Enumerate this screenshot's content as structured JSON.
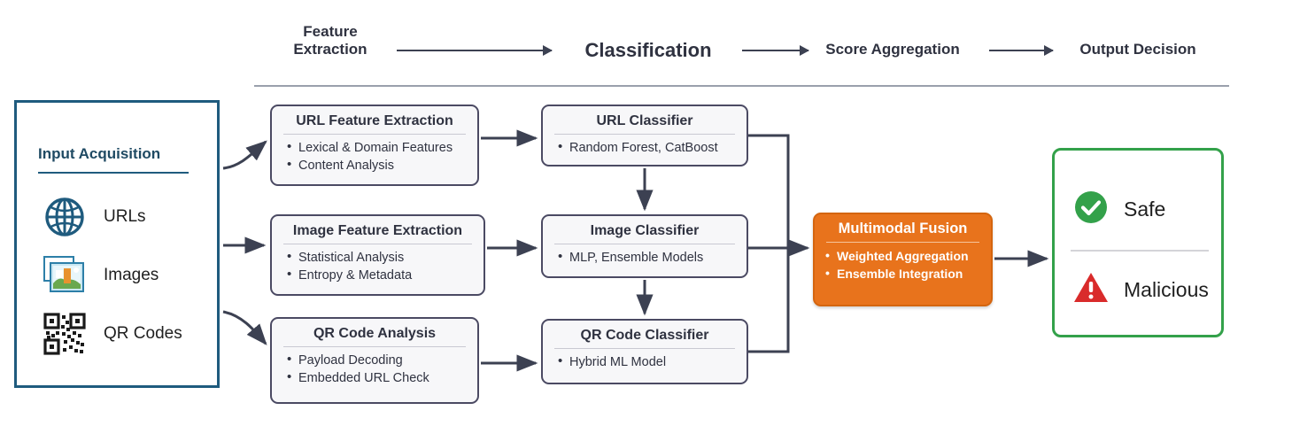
{
  "header": {
    "stages": [
      {
        "id": "feature-extraction",
        "label": "Feature\nExtraction"
      },
      {
        "id": "classification",
        "label": "Classification"
      },
      {
        "id": "score-aggregation",
        "label": "Score Aggregation"
      },
      {
        "id": "output-decision",
        "label": "Output Decision"
      }
    ]
  },
  "input_panel": {
    "title": "Input Acquisition",
    "border_color": "#1f5b7e",
    "items": [
      {
        "icon": "globe-icon",
        "label": "URLs"
      },
      {
        "icon": "images-icon",
        "label": "Images"
      },
      {
        "icon": "qr-code-icon",
        "label": "QR Codes"
      }
    ]
  },
  "feature_extraction": [
    {
      "id": "url",
      "title": "URL Feature Extraction",
      "bullets": [
        "Lexical & Domain Features",
        "Content Analysis"
      ]
    },
    {
      "id": "image",
      "title": "Image Feature Extraction",
      "bullets": [
        "Statistical Analysis",
        "Entropy & Metadata"
      ]
    },
    {
      "id": "qr",
      "title": "QR Code Analysis",
      "bullets": [
        "Payload Decoding",
        "Embedded URL Check"
      ]
    }
  ],
  "classifiers": [
    {
      "id": "url",
      "title": "URL Classifier",
      "bullets": [
        "Random Forest, CatBoost"
      ]
    },
    {
      "id": "image",
      "title": "Image Classifier",
      "bullets": [
        "MLP, Ensemble Models"
      ]
    },
    {
      "id": "qr",
      "title": "QR Code Classifier",
      "bullets": [
        "Hybrid ML Model"
      ]
    }
  ],
  "fusion": {
    "title": "Multimodal Fusion",
    "bullets": [
      "Weighted Aggregation",
      "Ensemble Integration"
    ],
    "fill_color": "#e8731c",
    "text_color": "#ffffff"
  },
  "output": {
    "border_color": "#33a14a",
    "results": [
      {
        "icon": "check-circle-icon",
        "label": "Safe",
        "color": "#33a14a"
      },
      {
        "icon": "warning-triangle-icon",
        "label": "Malicious",
        "color": "#d92b2b"
      }
    ]
  },
  "colors": {
    "card_border": "#4b4a63",
    "card_fill": "#f7f7f9",
    "arrow": "#3c4152",
    "input_border": "#1f5b7e",
    "accent_orange": "#e8731c",
    "accent_green": "#33a14a",
    "accent_red": "#d92b2b"
  }
}
